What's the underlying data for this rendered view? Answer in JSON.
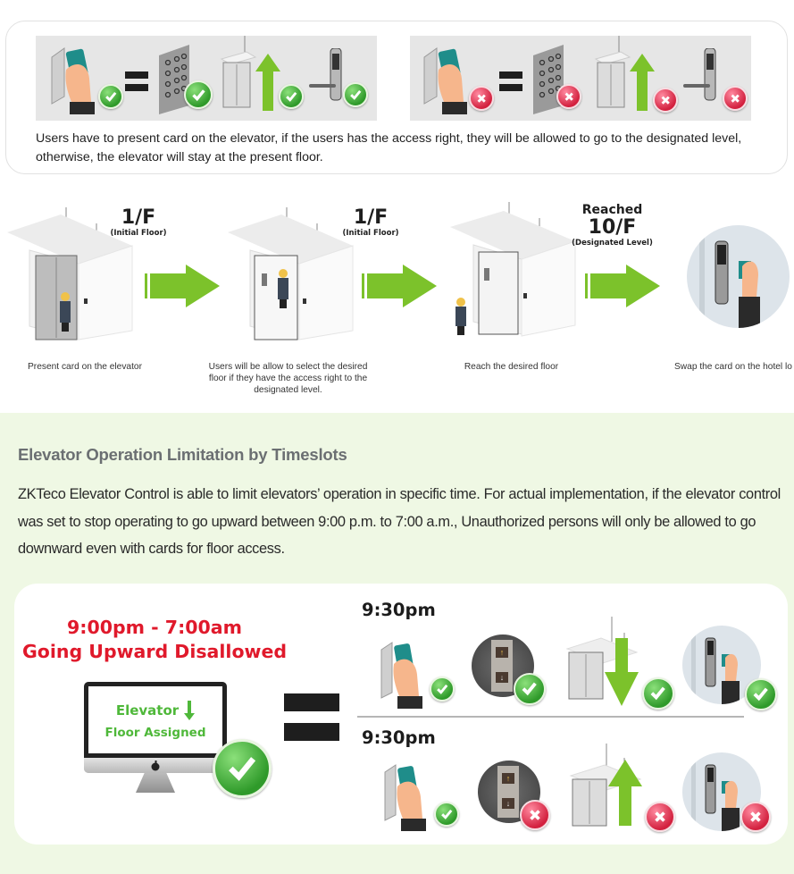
{
  "access_rules": {
    "granted_row": {
      "status": "granted",
      "items": [
        {
          "icon": "card-reader-hand-icon",
          "result": "check-icon"
        },
        {
          "icon": "keypad-panel-icon",
          "result": "check-icon"
        },
        {
          "icon": "elevator-up-icon",
          "result": "check-icon"
        },
        {
          "icon": "hotel-door-lock-icon",
          "result": "check-icon"
        }
      ]
    },
    "denied_row": {
      "status": "denied",
      "items": [
        {
          "icon": "card-reader-hand-icon",
          "result": "cross-icon"
        },
        {
          "icon": "keypad-panel-icon",
          "result": "cross-icon"
        },
        {
          "icon": "elevator-up-icon",
          "result": "cross-icon"
        },
        {
          "icon": "hotel-door-lock-icon",
          "result": "cross-icon"
        }
      ]
    },
    "caption": "Users have to present card on the elevator, if the users has the access right, they will be allowed to go to the designated level, otherwise,  the elevator will stay at the present floor."
  },
  "flow": {
    "steps": [
      {
        "floor": "1/F",
        "floor_note": "(Initial Floor)",
        "caption": "Present card on the elevator"
      },
      {
        "floor": "1/F",
        "floor_note": "(Initial Floor)",
        "caption": "Users will be allow to select the desired floor if they have the access right to the designated level."
      },
      {
        "reached": "Reached",
        "floor": "10/F",
        "floor_note": "(Designated Level)",
        "caption": "Reach the desired floor"
      },
      {
        "caption": "Swap the card on the hotel lo"
      }
    ]
  },
  "timeslots": {
    "title": "Elevator Operation Limitation by Timeslots",
    "body": "ZKTeco Elevator Control is able to limit elevators’ operation in specific time. For actual implementation, if the elevator control was set to stop operating to go upward between 9:00 p.m. to 7:00 a.m., Unauthorized persons will only be allowed to go downward even with cards for floor access.",
    "rule_time": "9:00pm - 7:00am",
    "rule_text": "Going Upward Disallowed",
    "screen_line1": "Elevator",
    "screen_line2": "Floor Assigned",
    "scenarios": [
      {
        "time": "9:30pm",
        "direction": "down",
        "results": [
          "check",
          "check",
          "check",
          "check"
        ]
      },
      {
        "time": "9:30pm",
        "direction": "up",
        "results": [
          "check",
          "cross",
          "cross",
          "cross"
        ]
      }
    ]
  },
  "colors": {
    "accent_green": "#7cc22b",
    "check_green": "#2f9a2a",
    "cross_red": "#d3213f",
    "title_red": "#e0192b",
    "section_bg": "#eff8e4"
  }
}
